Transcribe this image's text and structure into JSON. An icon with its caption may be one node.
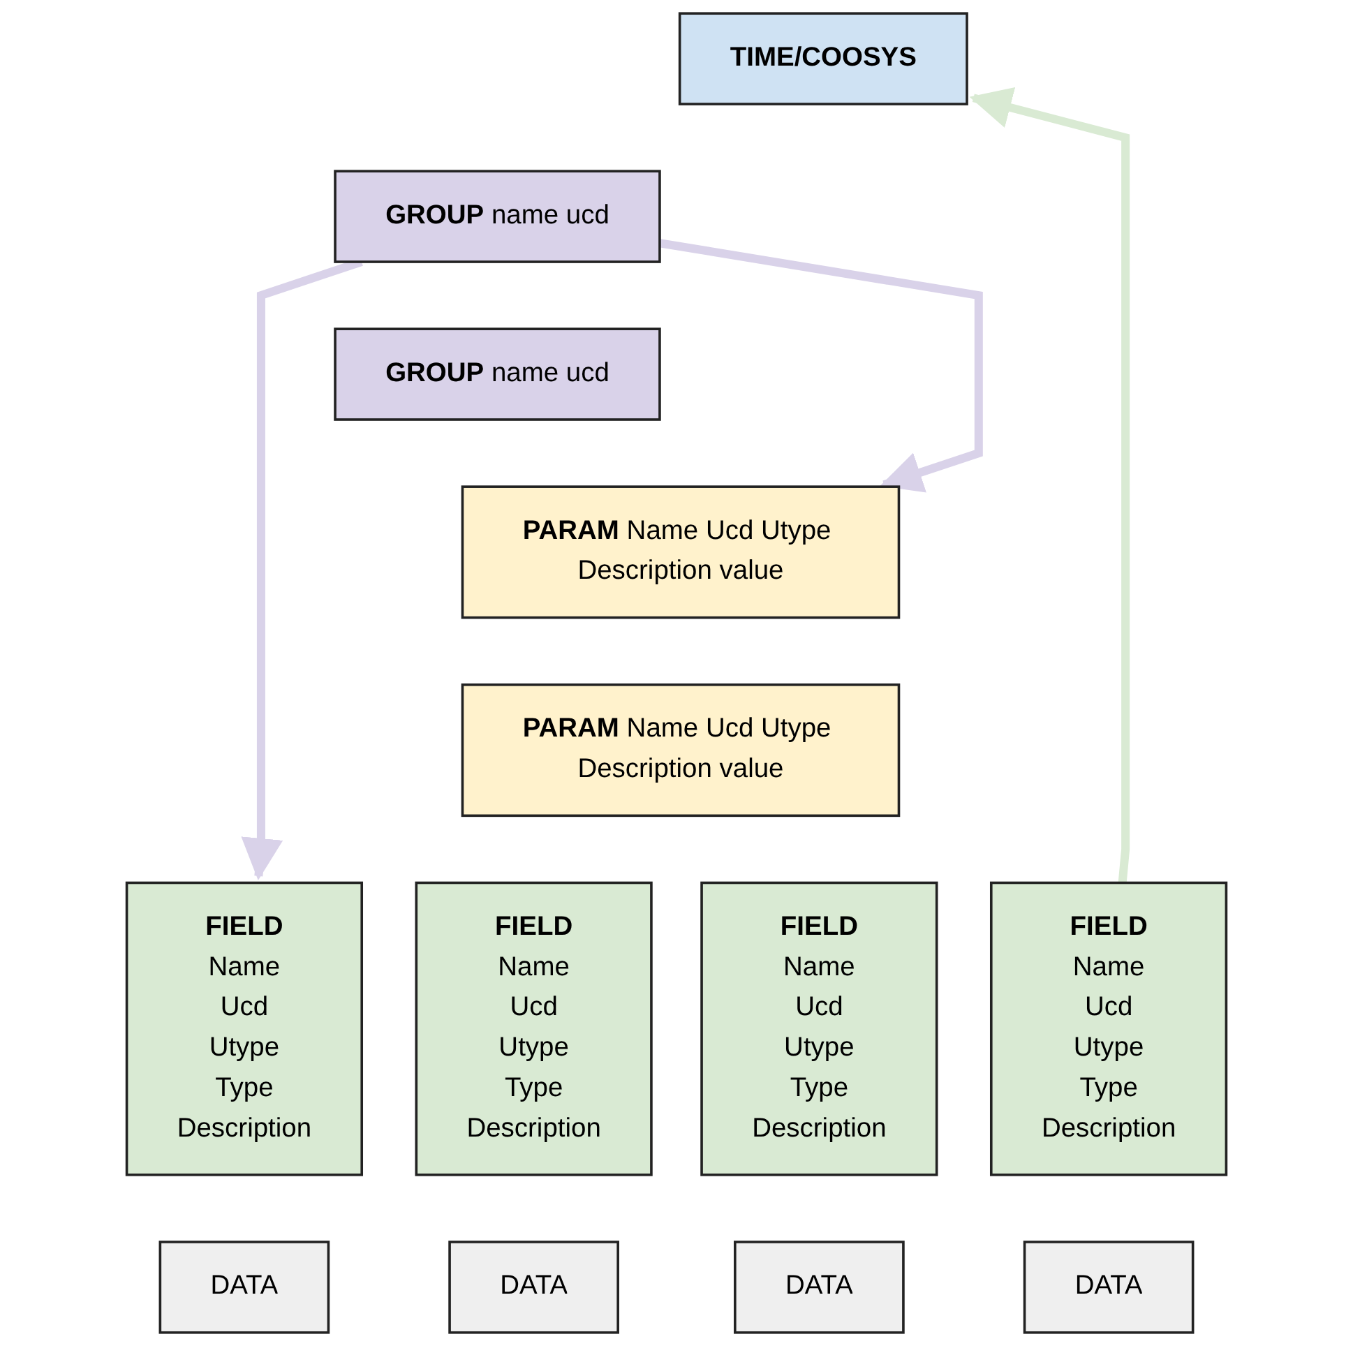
{
  "diagram": {
    "nodes": [
      {
        "text": [
          "TIME/COOSYS"
        ]
      },
      {
        "text": [
          "GROUP",
          "name ucd"
        ]
      },
      {
        "text": [
          "GROUP",
          "name ucd"
        ]
      },
      {
        "text": [
          "PARAM",
          "Name Ucd Utype Description value"
        ]
      },
      {
        "text": [
          "PARAM",
          "Name Ucd Utype Description value"
        ]
      },
      {
        "text": [
          "FIELD",
          "Name",
          "Ucd",
          "Utype",
          "Type",
          "Description"
        ]
      },
      {
        "text": [
          "FIELD",
          "Name",
          "Ucd",
          "Utype",
          "Type",
          "Description"
        ]
      },
      {
        "text": [
          "FIELD",
          "Name",
          "Ucd",
          "Utype",
          "Type",
          "Description"
        ]
      },
      {
        "text": [
          "FIELD",
          "Name",
          "Ucd",
          "Utype",
          "Type",
          "Description"
        ]
      },
      {
        "text": [
          "DATA"
        ]
      },
      {
        "text": [
          "DATA"
        ]
      },
      {
        "text": [
          "DATA"
        ]
      },
      {
        "text": [
          "DATA"
        ]
      }
    ],
    "edges": [
      {
        "from": 8,
        "to": 0,
        "arrow": "to",
        "color": "#d9ead3"
      },
      {
        "from": 1,
        "to": 3,
        "arrow": "to",
        "color": "#d9d2e9"
      },
      {
        "from": 1,
        "to": 5,
        "arrow": "to",
        "color": "#d9d2e9"
      }
    ]
  }
}
